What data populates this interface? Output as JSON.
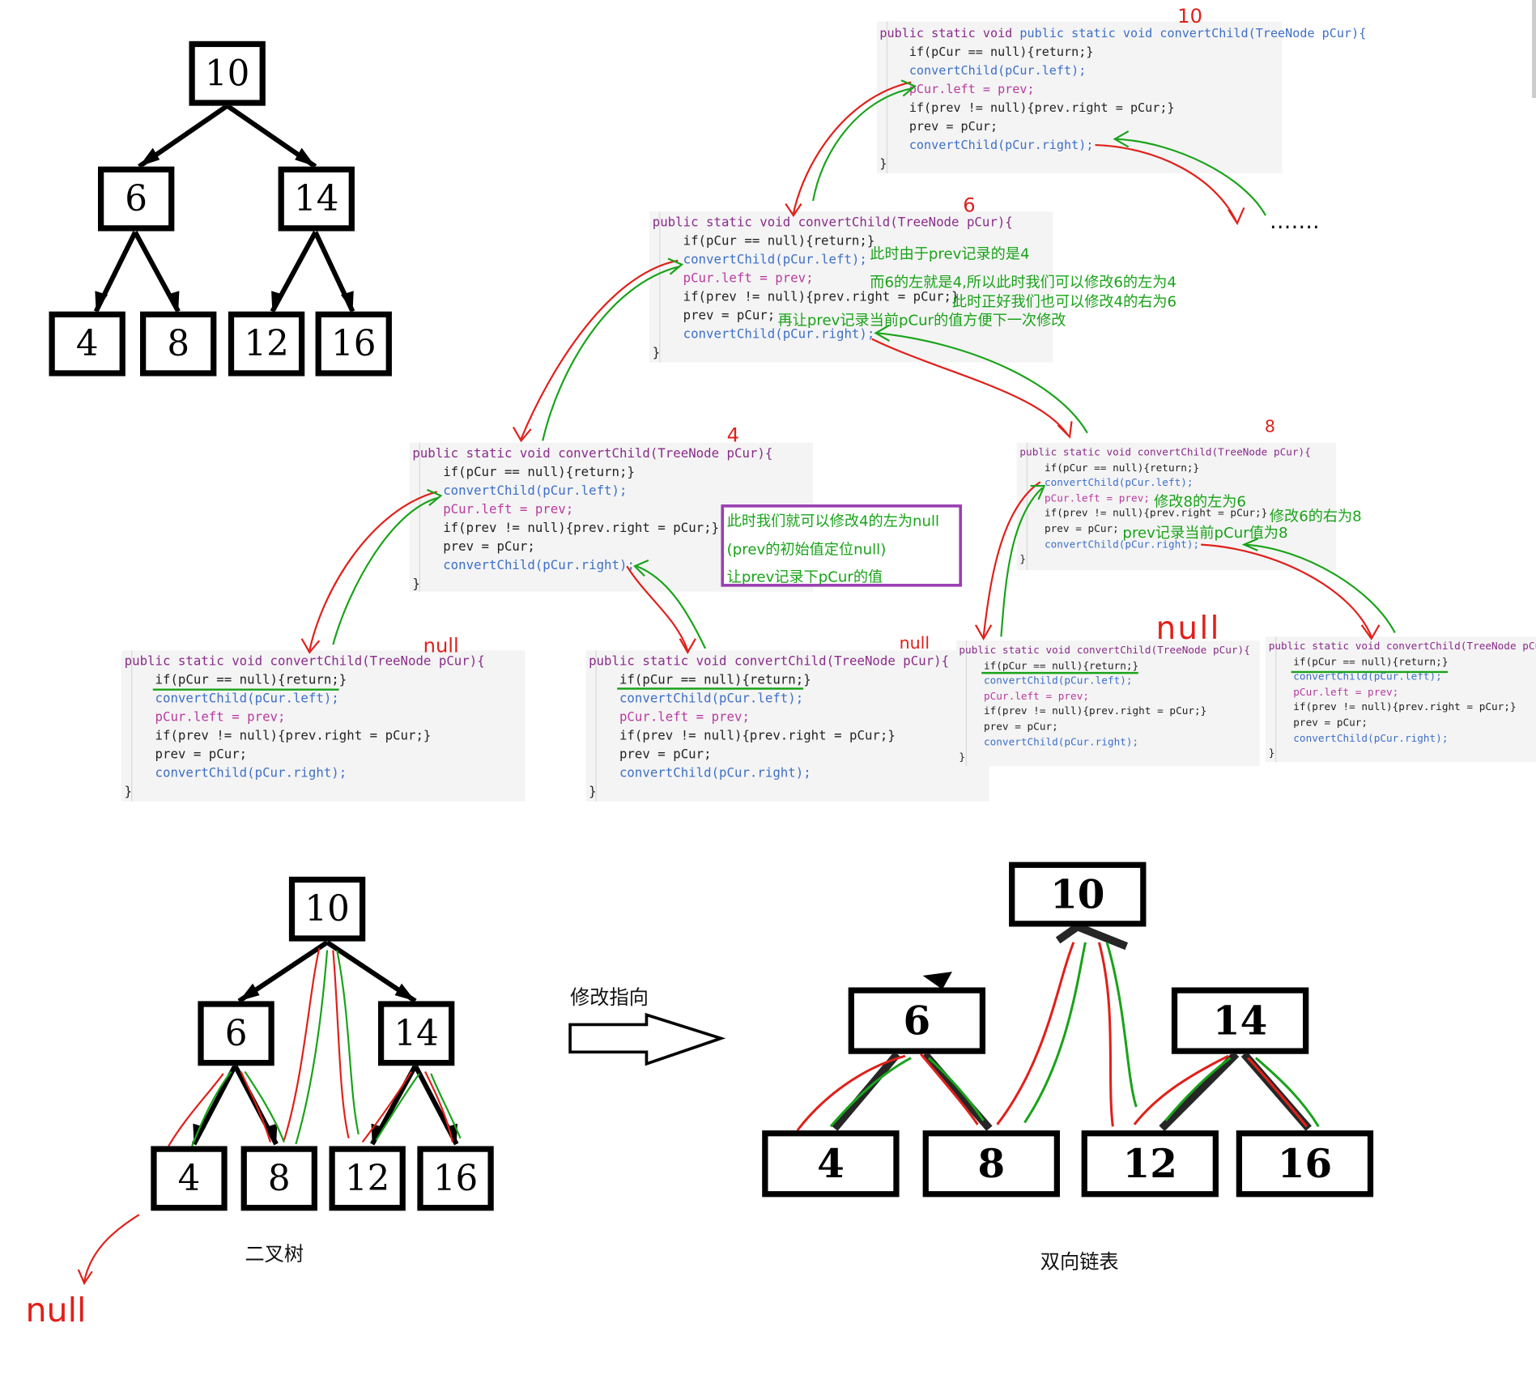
{
  "colors": {
    "red": "#e0201a",
    "green": "#19a319",
    "purple": "#9b3fb2",
    "code_bg": "#f4f4f4"
  },
  "tree_top": {
    "root": "10",
    "l": "6",
    "r": "14",
    "ll": "4",
    "lr": "8",
    "rl": "12",
    "rr": "16"
  },
  "code": {
    "l1": "public static void convertChild(TreeNode pCur){",
    "l2": "    if(pCur == null){return;}",
    "l3": "    convertChild(pCur.left);",
    "l4": "    pCur.left = prev;",
    "l5": "    if(prev != null){prev.right = pCur;}",
    "l6": "    prev = pCur;",
    "l7": "    convertChild(pCur.right);",
    "l8": "}"
  },
  "labels": {
    "p10": "10",
    "p6": "6",
    "p4": "4",
    "p8": "8",
    "null_a": "null",
    "null_b": "null",
    "null_c": "null",
    "null_d": "null",
    "ellipsis": "……."
  },
  "notes": {
    "n6_1": "此时由于prev记录的是4",
    "n6_2": "而6的左就是4,所以此时我们可以修改6的左为4",
    "n6_3": "此时正好我们也可以修改4的右为6",
    "n6_4": "再让prev记录当前pCur的值方便下一次修改",
    "box_1": "此时我们就可以修改4的左为null",
    "box_2": "(prev的初始值定位null)",
    "box_3": "让prev记录下pCur的值",
    "n8_1": "修改8的左为6",
    "n8_2": "修改6的右为8",
    "n8_3": "prev记录当前pCur值为8"
  },
  "bottom": {
    "tree": {
      "root": "10",
      "l": "6",
      "r": "14",
      "ll": "4",
      "lr": "8",
      "rl": "12",
      "rr": "16"
    },
    "list": {
      "root": "10",
      "l": "6",
      "r": "14",
      "ll": "4",
      "lr": "8",
      "rl": "12",
      "rr": "16"
    },
    "caption_tree": "二叉树",
    "caption_list": "双向链表",
    "arrow_label": "修改指向"
  }
}
